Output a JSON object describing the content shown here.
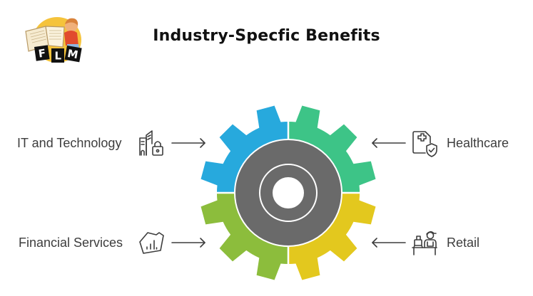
{
  "logo": {
    "text": "FLM",
    "letters": [
      "F",
      "L",
      "M"
    ],
    "icon": "boy-reading-book-icon"
  },
  "title": "Industry-Specfic Benefits",
  "gear": {
    "icon": "gear-icon",
    "segments": [
      {
        "position": "top-left",
        "color": "#27A9DD"
      },
      {
        "position": "top-right",
        "color": "#3DC487"
      },
      {
        "position": "bottom-left",
        "color": "#8CBD3C"
      },
      {
        "position": "bottom-right",
        "color": "#E3C81E"
      }
    ],
    "hub_color": "#6A6A6A"
  },
  "items": [
    {
      "label": "IT and Technology",
      "icon": "buildings-lock-icon",
      "position": "top-left",
      "arrow": "arrow-right-icon"
    },
    {
      "label": "Healthcare",
      "icon": "medical-document-shield-icon",
      "position": "top-right",
      "arrow": "arrow-left-icon"
    },
    {
      "label": "Financial Services",
      "icon": "house-bar-chart-icon",
      "position": "bottom-left",
      "arrow": "arrow-right-icon"
    },
    {
      "label": "Retail",
      "icon": "cashier-register-icon",
      "position": "bottom-right",
      "arrow": "arrow-left-icon"
    }
  ]
}
